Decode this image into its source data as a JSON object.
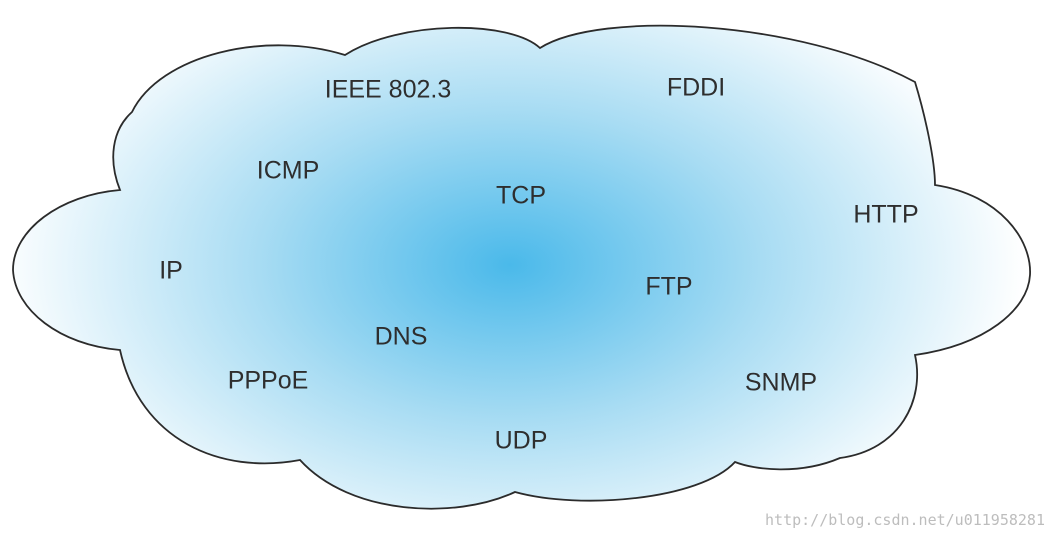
{
  "colors": {
    "cloud_center": "#4ab9ea",
    "cloud_mid": "#a8dcf3",
    "cloud_edge": "#ffffff",
    "outline": "#2b2b2b",
    "label": "#2e2e2e",
    "watermark": "#bdbdbd"
  },
  "protocols": {
    "ieee8023": "IEEE 802.3",
    "fddi": "FDDI",
    "icmp": "ICMP",
    "tcp": "TCP",
    "http": "HTTP",
    "ip": "IP",
    "ftp": "FTP",
    "dns": "DNS",
    "pppoe": "PPPoE",
    "snmp": "SNMP",
    "udp": "UDP"
  },
  "watermark": "http://blog.csdn.net/u011958281"
}
